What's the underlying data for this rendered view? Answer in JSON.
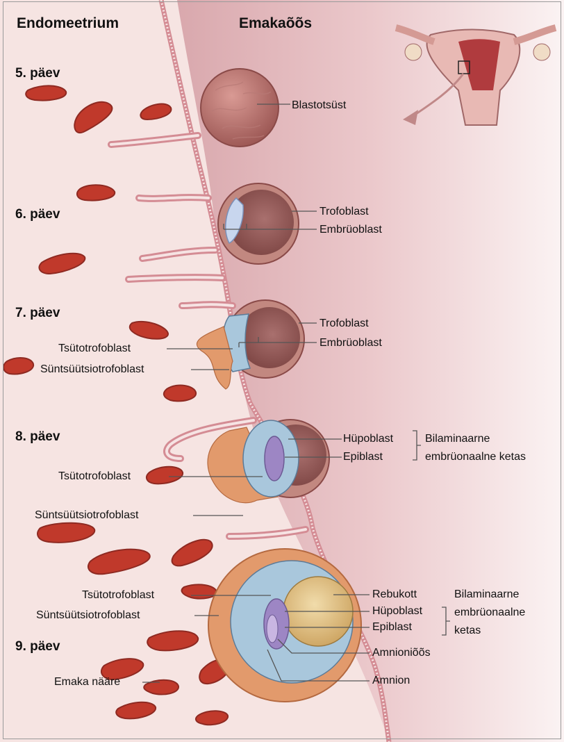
{
  "header": {
    "left": "Endomeetrium",
    "right": "Emakaõõs"
  },
  "days": {
    "d5": "5. päev",
    "d6": "6. päev",
    "d7": "7. päev",
    "d8": "8. päev",
    "d9": "9. päev"
  },
  "labels": {
    "blastotsyst": "Blastotsüst",
    "trofoblast6": "Trofoblast",
    "embryoblast6": "Embrüoblast",
    "trofoblast7": "Trofoblast",
    "embryoblast7": "Embrüoblast",
    "tsyto7": "Tsütotrofoblast",
    "synts7": "Süntsüütsiotrofoblast",
    "hypoblast8": "Hüpoblast",
    "epiblast8": "Epiblast",
    "bilam8_line1": "Bilaminaarne",
    "bilam8_line2": "embrüonaalne ketas",
    "tsyto8": "Tsütotrofoblast",
    "synts8": "Süntsüütsiotrofoblast",
    "tsyto9": "Tsütotrofoblast",
    "synts9": "Süntsüütsiotrofoblast",
    "rebukott": "Rebukott",
    "hypoblast9": "Hüpoblast",
    "epiblast9": "Epiblast",
    "amnioniooss": "Amnioniõõs",
    "amnion": "Amnion",
    "bilam9_line1": "Bilaminaarne",
    "bilam9_line2": "embrüonaalne",
    "bilam9_line3": "ketas",
    "gland": "Emaka nääre"
  },
  "colors": {
    "tissue": "#f2d6d2",
    "uterine_cavity": "#e9c3c6",
    "blood_vessel": "#c0392b",
    "trophoblast": "#a5635e",
    "cytotrophoblast": "#a9c7dc",
    "syncytiotrophoblast": "#e29a6c",
    "yolk_sac": "#e4c58c",
    "epiblast": "#9d86c4"
  }
}
